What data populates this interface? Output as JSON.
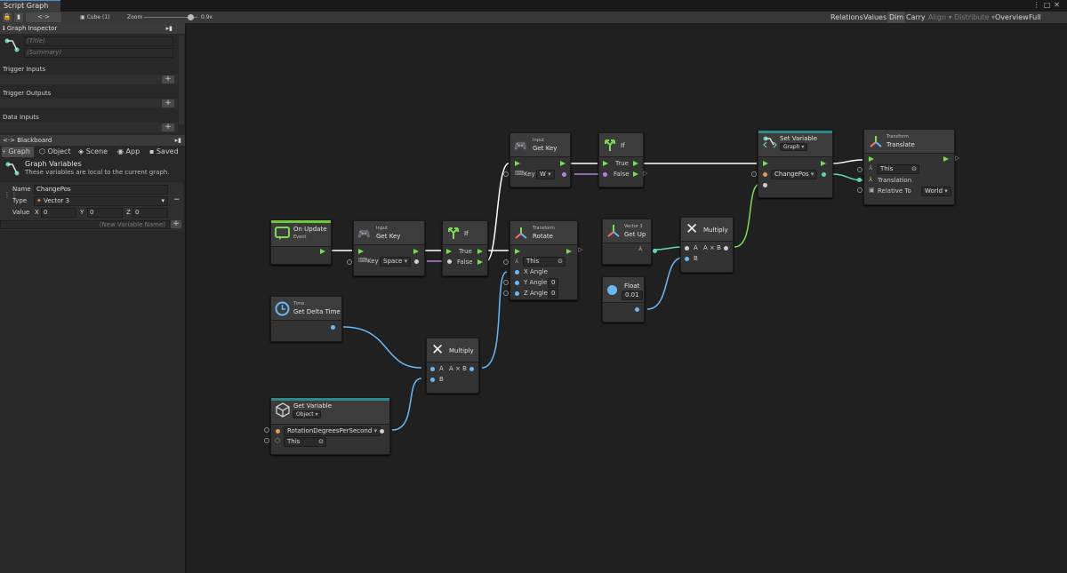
{
  "window": {
    "tab_title": "Script Graph"
  },
  "toolbar": {
    "object_name": "Cube (1)",
    "zoom_label": "Zoom",
    "zoom_value": "0.9x",
    "right_buttons": [
      "Relations",
      "Values",
      "Dim",
      "Carry",
      "Align",
      "Distribute",
      "Overview",
      "Full Screen"
    ]
  },
  "sidebar": {
    "inspector_title": "Graph Inspector",
    "title_placeholder": "(Title)",
    "summary_placeholder": "(Summary)",
    "trigger_inputs": "Trigger Inputs",
    "trigger_outputs": "Trigger Outputs",
    "data_inputs": "Data Inputs",
    "blackboard_title": "Blackboard",
    "tabs": [
      "Graph",
      "Object",
      "Scene",
      "App",
      "Saved"
    ],
    "graph_vars_title": "Graph Variables",
    "graph_vars_desc": "These variables are local to the current graph.",
    "name_label": "Name",
    "name_value": "ChangePos",
    "type_label": "Type",
    "type_value": "Vector 3",
    "value_label": "Value",
    "x_label": "X",
    "x_value": "0",
    "y_label": "Y",
    "y_value": "0",
    "z_label": "Z",
    "z_value": "0",
    "new_var_placeholder": "(New Variable Name)"
  },
  "nodes": {
    "on_update": {
      "title": "On Update",
      "subtitle": "Event"
    },
    "get_key_1": {
      "subtitle": "Input",
      "title": "Get Key",
      "key_label": "Key",
      "key_value": "Space"
    },
    "if_1": {
      "title": "If",
      "true_label": "True",
      "false_label": "False"
    },
    "rotate": {
      "subtitle": "Transform",
      "title": "Rotate",
      "this_value": "This",
      "x_angle": "X Angle",
      "y_angle": "Y Angle",
      "y_value": "0",
      "z_angle": "Z Angle",
      "z_value": "0"
    },
    "get_key_2": {
      "subtitle": "Input",
      "title": "Get Key",
      "key_label": "Key",
      "key_value": "W"
    },
    "if_2": {
      "title": "If",
      "true_label": "True",
      "false_label": "False"
    },
    "vector3_up": {
      "subtitle": "Vector 3",
      "title": "Get Up"
    },
    "float": {
      "title": "Float",
      "value": "0.01"
    },
    "multiply_1": {
      "title": "Multiply",
      "a_label": "A",
      "result_label": "A × B",
      "b_label": "B"
    },
    "set_variable": {
      "title": "Set Variable",
      "scope": "Graph",
      "var_name": "ChangePos"
    },
    "translate": {
      "subtitle": "Transform",
      "title": "Translate",
      "this_value": "This",
      "translation_label": "Translation",
      "relative_label": "Relative To",
      "relative_value": "World"
    },
    "delta_time": {
      "subtitle": "Time",
      "title": "Get Delta Time"
    },
    "multiply_2": {
      "title": "Multiply",
      "a_label": "A",
      "result_label": "A × B",
      "b_label": "B"
    },
    "get_variable": {
      "title": "Get Variable",
      "scope": "Object",
      "var_name": "RotationDegreesPerSecond",
      "this_value": "This"
    }
  },
  "colors": {
    "control_flow": "#7ed957",
    "float_port": "#6ab8f7",
    "keycode_port": "#b77fe0",
    "vector_port": "#63d3b8",
    "event_header": "#6fc93d",
    "variable_header": "#2d8a8a"
  }
}
